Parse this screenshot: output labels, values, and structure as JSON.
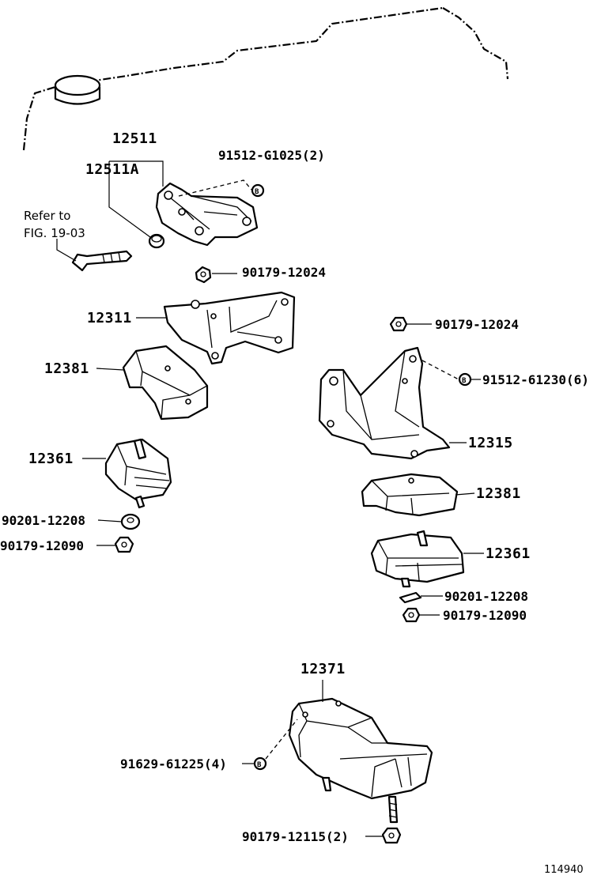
{
  "labels": {
    "bracket_upper": "12511",
    "bracket_upper_a": "12511A",
    "refer_to": "Refer to",
    "refer_fig": "FIG. 19-03",
    "bolt_upper": "91512-G1025(2)",
    "nut_upper": "90179-12024",
    "bracket_left": "12311",
    "insulator_left": "12381",
    "mount_left": "12361",
    "washer_left": "90201-12208",
    "nut_left": "90179-12090",
    "nut_right_top": "90179-12024",
    "bolt_right": "91512-61230(6)",
    "bracket_right": "12315",
    "insulator_right": "12381",
    "mount_right": "12361",
    "washer_right": "90201-12208",
    "nut_right": "90179-12090",
    "rear_mount": "12371",
    "bolt_rear": "91629-61225(4)",
    "nut_rear": "90179-12115(2)",
    "figure_number": "114940"
  }
}
